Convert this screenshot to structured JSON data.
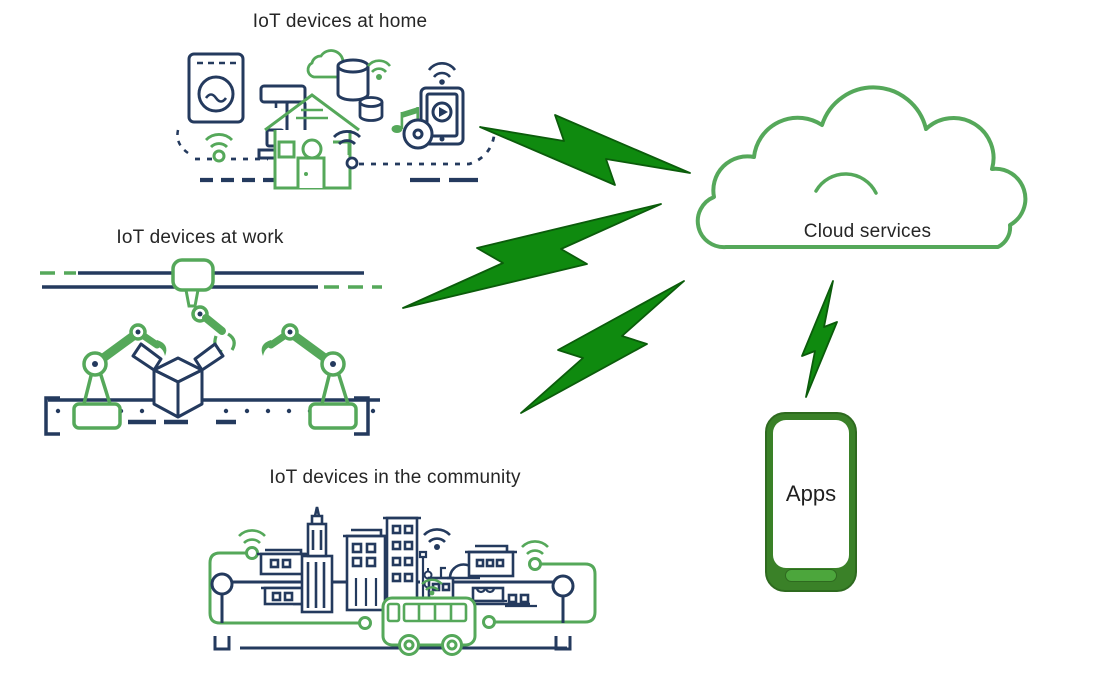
{
  "groups": {
    "home": {
      "label": "IoT devices at home",
      "icons": [
        "washing-machine",
        "coffee-maker",
        "cloud",
        "smart-home-house",
        "smart-speaker",
        "small-speaker",
        "music-note",
        "media-player",
        "record-disc",
        "wifi-signal",
        "dashed-network-loop"
      ]
    },
    "work": {
      "label": "IoT devices at work",
      "icons": [
        "overhead-rail",
        "gantry-robot",
        "robot-arm-left",
        "robot-arm-right",
        "open-box",
        "conveyor-belt"
      ]
    },
    "community": {
      "label": "IoT devices in the community",
      "icons": [
        "city-skyline",
        "smart-bus",
        "street-lamp",
        "wifi-signal",
        "connected-network-loop"
      ]
    }
  },
  "cloud": {
    "label": "Cloud services"
  },
  "apps_device": {
    "label": "Apps",
    "type": "smartphone"
  },
  "connections": [
    {
      "from": "home",
      "to": "cloud",
      "style": "lightning-bolt"
    },
    {
      "from": "work",
      "to": "cloud",
      "style": "lightning-bolt"
    },
    {
      "from": "community",
      "to": "cloud",
      "style": "lightning-bolt"
    },
    {
      "from": "apps",
      "to": "cloud",
      "style": "lightning-bolt-small"
    }
  ],
  "colors": {
    "outline_navy": "#243a5e",
    "outline_green": "#55a85a",
    "bolt_fill": "#0f8a0f",
    "bolt_outline": "#0b5c0b",
    "phone_body": "#3a8128",
    "phone_home_button": "#4ca63c",
    "label_text": "#262626",
    "background": "#ffffff"
  }
}
